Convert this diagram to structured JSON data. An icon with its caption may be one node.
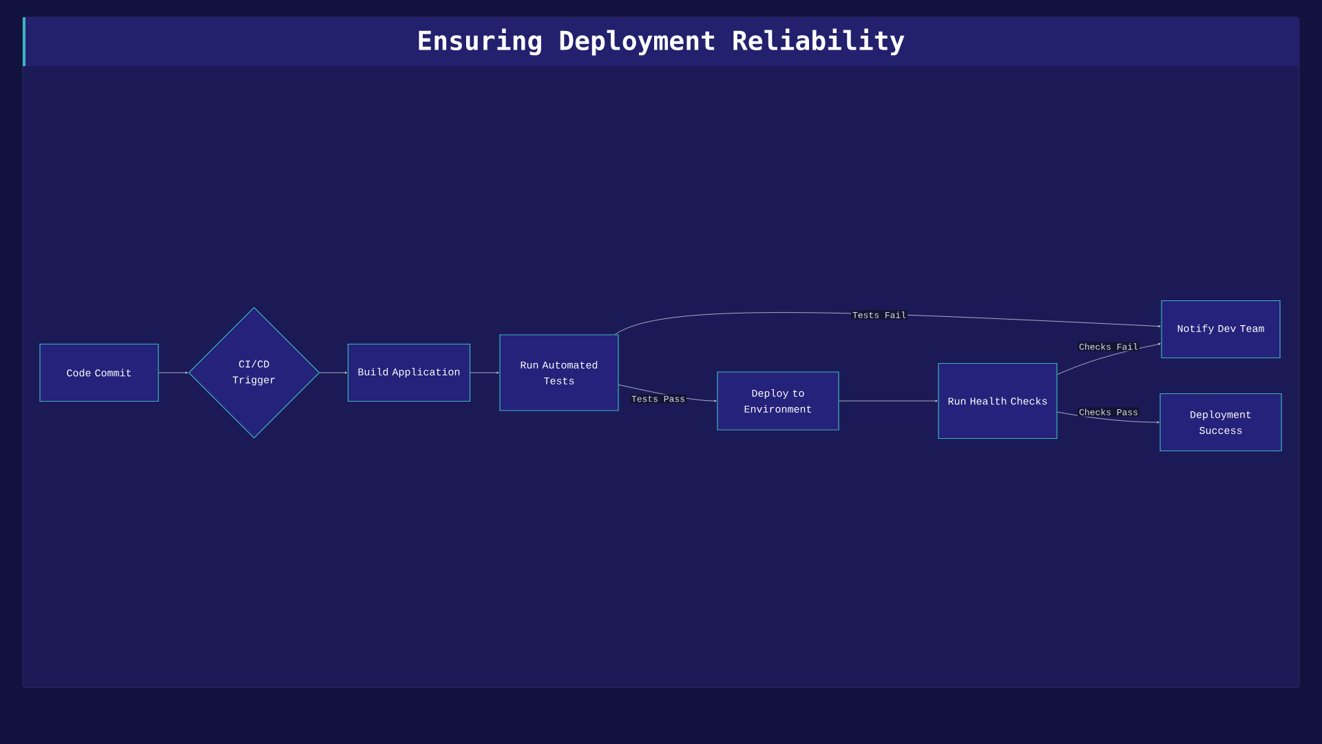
{
  "diagram": {
    "title": "Ensuring Deployment Reliability",
    "nodes": [
      {
        "text": [
          "Code Commit"
        ]
      },
      {
        "text": [
          "CI/CD Trigger"
        ]
      },
      {
        "text": [
          "Build Application"
        ]
      },
      {
        "text": [
          "Run Automated Tests"
        ]
      },
      {
        "text": [
          "Deploy to Environment"
        ]
      },
      {
        "text": [
          "Run Health Checks"
        ]
      },
      {
        "text": [
          "Notify Dev Team"
        ]
      },
      {
        "text": [
          "Deployment Success"
        ]
      }
    ],
    "edges": [
      {
        "from": 0,
        "to": 1,
        "arrow": "to"
      },
      {
        "from": 1,
        "to": 2,
        "arrow": "to"
      },
      {
        "from": 2,
        "to": 3,
        "arrow": "to"
      },
      {
        "from": 3,
        "to": 4,
        "arrow": "to",
        "label": "Tests Pass"
      },
      {
        "from": 3,
        "to": 6,
        "arrow": "to",
        "label": "Tests Fail"
      },
      {
        "from": 4,
        "to": 5,
        "arrow": "to"
      },
      {
        "from": 5,
        "to": 6,
        "arrow": "to",
        "label": "Checks Fail"
      },
      {
        "from": 5,
        "to": 7,
        "arrow": "to",
        "label": "Checks Pass"
      }
    ]
  }
}
